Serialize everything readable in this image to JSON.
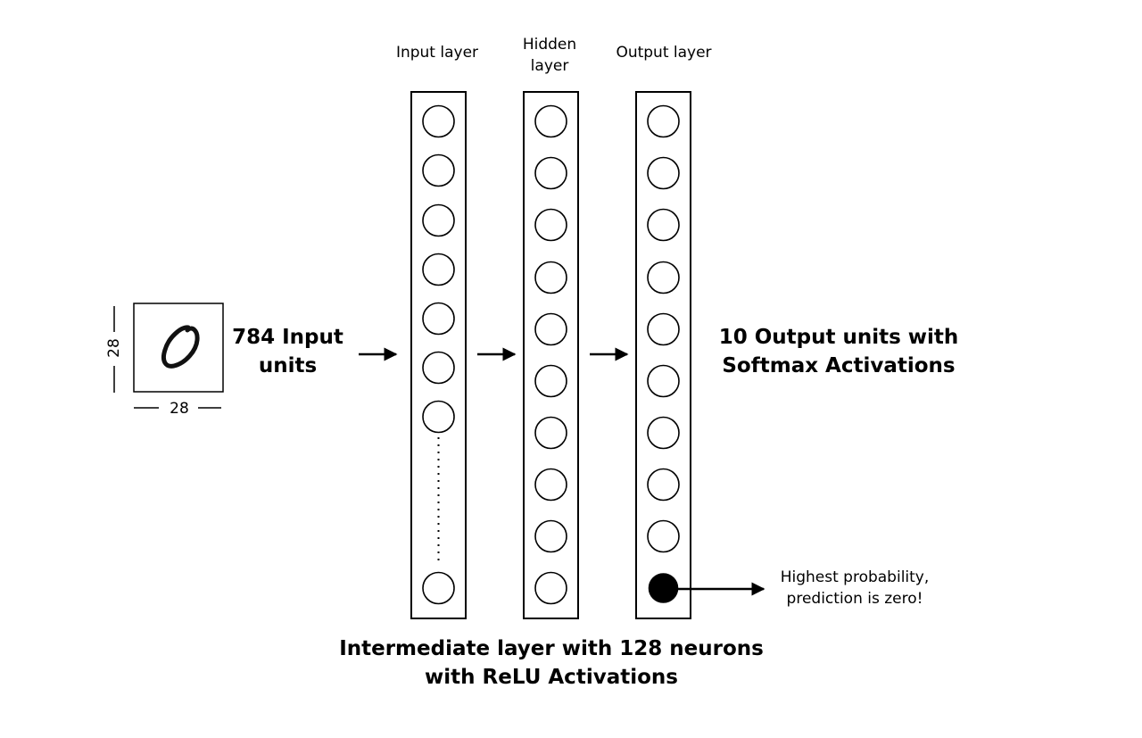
{
  "layers": {
    "input": {
      "title": "Input layer"
    },
    "hidden": {
      "title_line1": "Hidden",
      "title_line2": "layer"
    },
    "output": {
      "title": "Output layer"
    }
  },
  "image": {
    "width_label": "28",
    "height_label": "28"
  },
  "input_units": {
    "line1": "784 Input",
    "line2": "units"
  },
  "output_units": {
    "line1": "10 Output units with",
    "line2": "Softmax Activations"
  },
  "intermediate": {
    "line1": "Intermediate layer with 128 neurons",
    "line2": "with ReLU Activations"
  },
  "prediction": {
    "line1": "Highest probability,",
    "line2": "prediction is zero!"
  }
}
